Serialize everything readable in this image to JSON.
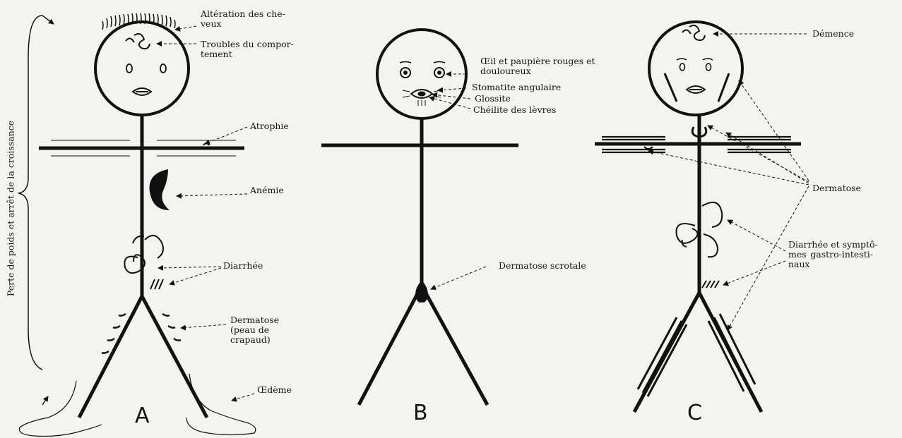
{
  "figure": {
    "panel_a": {
      "letter": "A",
      "side_label": "Perte de poids et arrêt de la croissance",
      "labels": {
        "hair": [
          "Altération des che-",
          "veux"
        ],
        "behavior": [
          "Troubles du compor-",
          "tement"
        ],
        "atrophy": "Atrophie",
        "anemia": "Anémie",
        "diarrhea": "Diarrhée",
        "dermatosis": [
          "Dermatose",
          "(peau de",
          "crapaud)"
        ],
        "edema": "Œdème"
      }
    },
    "panel_b": {
      "letter": "B",
      "labels": {
        "eye": [
          "Œil et paupière rouges et",
          "douloureux"
        ],
        "stomatitis": "Stomatite angulaire",
        "glossitis": "Glossite",
        "cheilitis": "Chéilite des lèvres",
        "scrotal": "Dermatose scrotale"
      }
    },
    "panel_c": {
      "letter": "C",
      "labels": {
        "dementia": "Démence",
        "dermatosis": "Dermatose",
        "gi": [
          "Diarrhée et symptô-",
          "mes gastro-intesti-",
          "naux"
        ]
      }
    }
  }
}
